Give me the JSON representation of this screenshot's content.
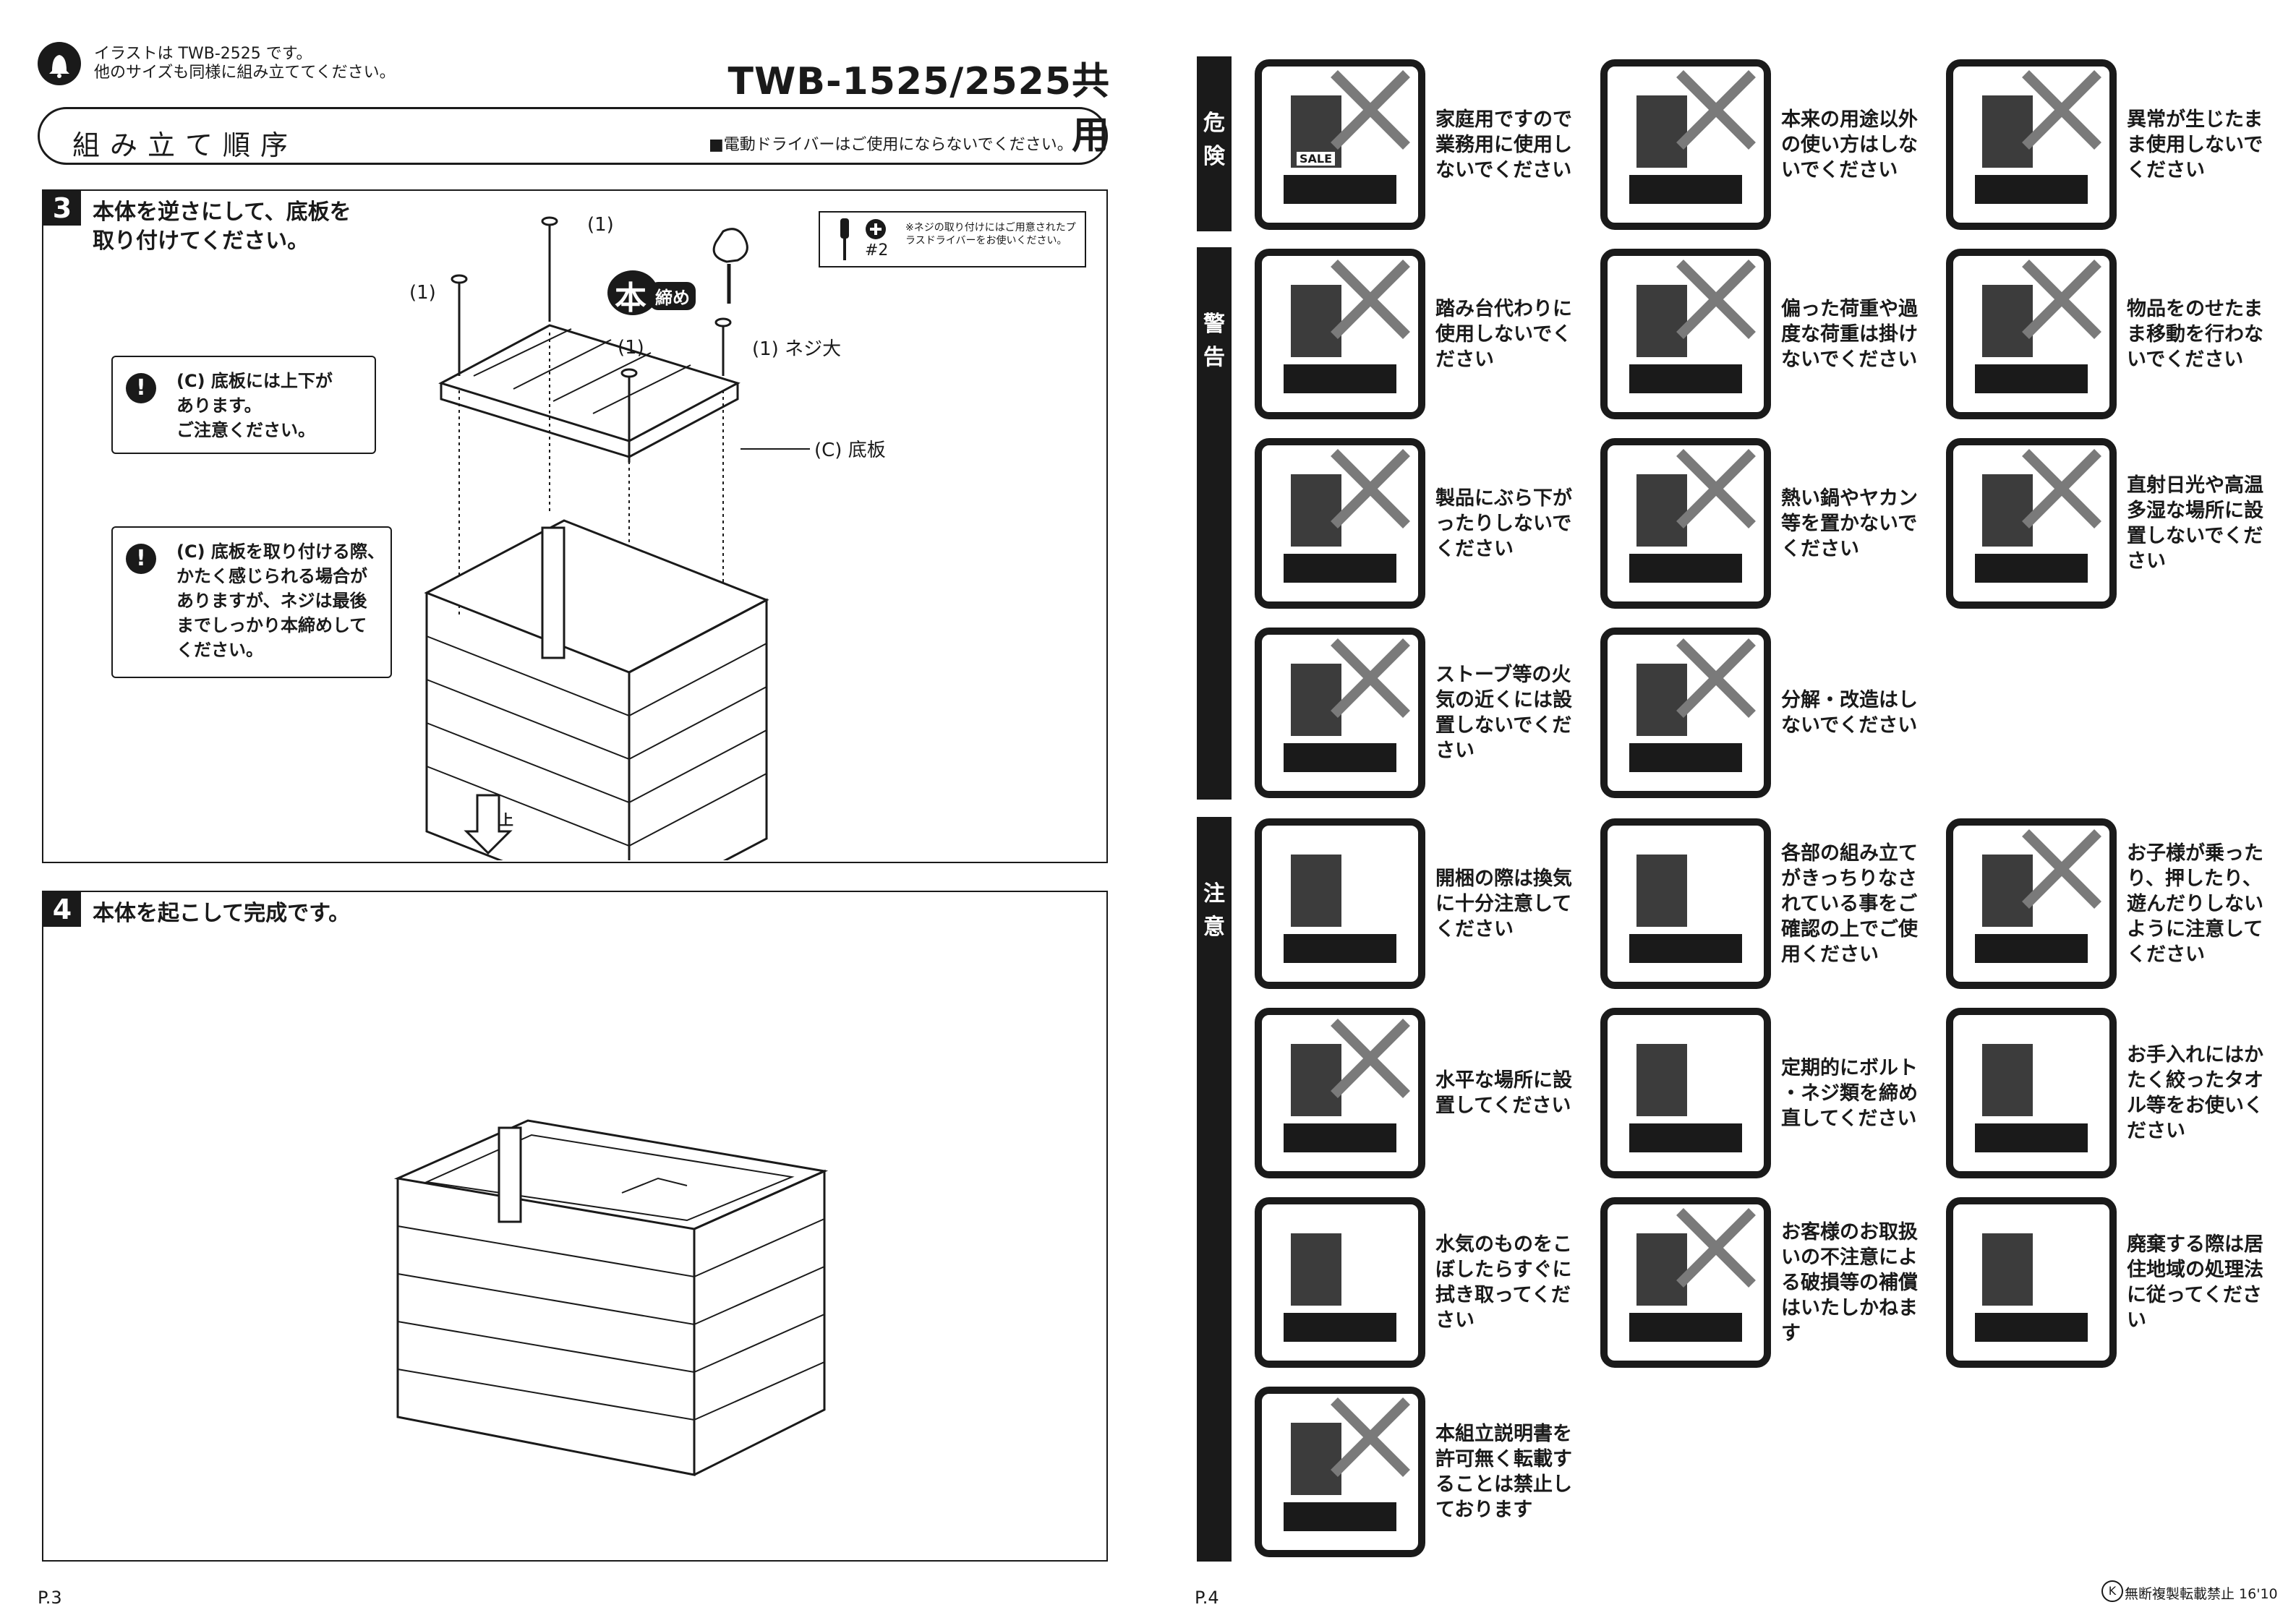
{
  "left_page": {
    "top_note_line1": "イラストは TWB-2525 です。",
    "top_note_line2": "他のサイズも同様に組み立ててください。",
    "model": "TWB-1525/2525共用",
    "section_title": "組み立て順序",
    "section_note": "■電動ドライバーはご使用にならないでください。",
    "step3": {
      "number": "3",
      "text_line1": "本体を逆さにして、底板を",
      "text_line2": "取り付けてください。",
      "tool_label": "#2",
      "tool_note": "※ネジの取り付けにはご用意されたプラスドライバーをお使いください。",
      "hon_label": "本",
      "shime_label": "締め",
      "screw_label_a": "(1)",
      "screw_label_b": "(1)",
      "screw_label_c": "(1)",
      "screw_label_d": "(1) ネジ大",
      "board_label": "(C) 底板",
      "arrow_label": "上",
      "caution1_line1": "(C) 底板には上下が",
      "caution1_line2": "あります。",
      "caution1_line3": "ご注意ください。",
      "caution2_line1": "(C) 底板を取り付ける際、",
      "caution2_line2": "かたく感じられる場合が",
      "caution2_line3": "ありますが、ネジは最後",
      "caution2_line4": "までしっかり本締めして",
      "caution2_line5": "ください。"
    },
    "step4": {
      "number": "4",
      "text": "本体を起こして完成です。"
    },
    "page_number": "P.3"
  },
  "right_page": {
    "bands": [
      {
        "chars": [
          "危",
          "険"
        ]
      },
      {
        "chars": [
          "警",
          "告"
        ]
      },
      {
        "chars": [
          "注",
          "意"
        ]
      }
    ],
    "warnings": [
      {
        "icon": "sale-shelf-icon",
        "lines": [
          "家庭用ですので",
          "業務用に使用し",
          "ないでください"
        ],
        "sub": "SALE"
      },
      {
        "icon": "misuse-icon",
        "lines": [
          "本来の用途以外",
          "の使い方はしな",
          "いでください"
        ]
      },
      {
        "icon": "abnormal-icon",
        "lines": [
          "異常が生じたま",
          "ま使用しないで",
          "ください"
        ]
      },
      {
        "icon": "step-stool-icon",
        "lines": [
          "踏み台代わりに",
          "使用しないでく",
          "ださい"
        ]
      },
      {
        "icon": "uneven-load-icon",
        "lines": [
          "偏った荷重や過",
          "度な荷重は掛け",
          "ないでください"
        ]
      },
      {
        "icon": "moving-icon",
        "lines": [
          "物品をのせたま",
          "ま移動を行わな",
          "いでください"
        ]
      },
      {
        "icon": "hanging-icon",
        "lines": [
          "製品にぶら下が",
          "ったりしないで",
          "ください"
        ]
      },
      {
        "icon": "kettle-icon",
        "lines": [
          "熱い鍋やヤカン",
          "等を置かないで",
          "ください"
        ]
      },
      {
        "icon": "sun-icon",
        "lines": [
          "直射日光や高温",
          "多湿な場所に設",
          "置しないでくだ",
          "さい"
        ]
      },
      {
        "icon": "fire-icon",
        "lines": [
          "ストーブ等の火",
          "気の近くには設",
          "置しないでくだ",
          "さい"
        ]
      },
      {
        "icon": "tools-icon",
        "lines": [
          "分解・改造はし",
          "ないでください"
        ]
      },
      {
        "icon": "ventilation-icon",
        "lines": [
          "開梱の際は換気",
          "に十分注意して",
          "ください"
        ]
      },
      {
        "icon": "magnifier-icon",
        "lines": [
          "各部の組み立て",
          "がきっちりなさ",
          "れている事をご",
          "確認の上でご使",
          "用ください"
        ]
      },
      {
        "icon": "children-icon",
        "lines": [
          "お子様が乗った",
          "り、押したり、",
          "遊んだりしない",
          "ように注意して",
          "ください"
        ]
      },
      {
        "icon": "level-icon",
        "lines": [
          "水平な場所に設",
          "置してください"
        ]
      },
      {
        "icon": "bolt-icon",
        "lines": [
          "定期的にボルト",
          "・ネジ類を締め",
          "直してください"
        ]
      },
      {
        "icon": "towel-icon",
        "lines": [
          "お手入れにはか",
          "たく絞ったタオ",
          "ル等をお使いく",
          "ださい"
        ]
      },
      {
        "icon": "wipe-icon",
        "lines": [
          "水気のものをこ",
          "ぼしたらすぐに",
          "拭き取ってくだ",
          "さい"
        ]
      },
      {
        "icon": "repair-icon",
        "lines": [
          "お客様のお取扱",
          "いの不注意によ",
          "る破損等の補償",
          "はいたしかねま",
          "す"
        ]
      },
      {
        "icon": "disposal-icon",
        "lines": [
          "廃棄する際は居",
          "住地域の処理法",
          "に従ってくださ",
          "い"
        ]
      },
      {
        "icon": "copy-icon",
        "lines": [
          "本組立説明書を",
          "許可無く転載す",
          "ることは禁止し",
          "ております"
        ]
      }
    ],
    "page_number": "P.4",
    "copyright": "無断複製転載禁止 16'10",
    "copyright_mark": "K"
  }
}
